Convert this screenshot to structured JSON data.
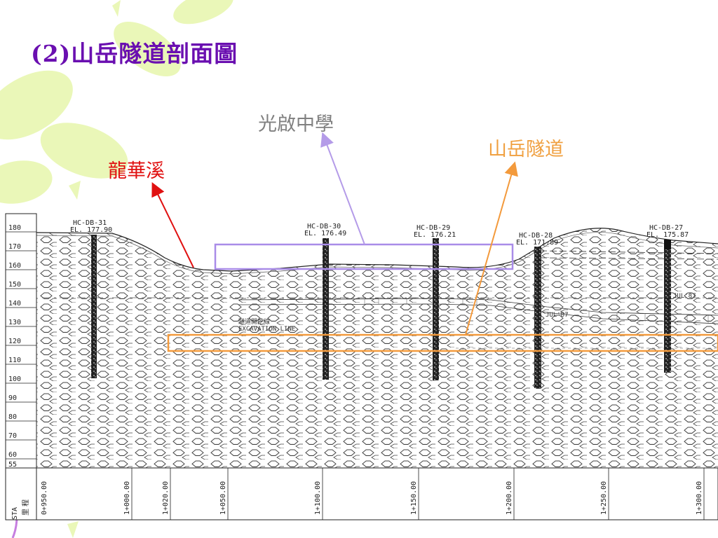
{
  "slide": {
    "title": "(2)山岳隧道剖面圖"
  },
  "callouts": {
    "school": {
      "label": "光啟中學",
      "color": "#808080"
    },
    "tunnel": {
      "label": "山岳隧道",
      "color": "#f0a040"
    },
    "creek": {
      "label": "龍華溪",
      "color": "#e01010"
    }
  },
  "highlight_colors": {
    "school_box": "#a98ce8",
    "tunnel_box": "#f39a3c",
    "creek_arrow": "#e01010"
  },
  "profile": {
    "elevation_labels": [
      "180",
      "170",
      "160",
      "150",
      "140",
      "130",
      "120",
      "110",
      "100",
      "90",
      "80",
      "70",
      "60",
      "55"
    ],
    "station_header": "STA",
    "station_header_cn": "里 程",
    "stations": [
      "0+950.00",
      "1+000.00",
      "1+020.00",
      "1+050.00",
      "1+100.00",
      "1+150.00",
      "1+200.00",
      "1+250.00",
      "1+300.00"
    ],
    "boreholes": [
      {
        "id": "HC-DB-31",
        "el": "EL. 177.90"
      },
      {
        "id": "HC-DB-30",
        "el": "EL. 176.49"
      },
      {
        "id": "HC-DB-29",
        "el": "EL. 176.21"
      },
      {
        "id": "HC-DB-28",
        "el": "EL. 171.89"
      },
      {
        "id": "HC-DB-27",
        "el": "EL. 175.87"
      }
    ],
    "excavation_cn": "隧道開挖線",
    "excavation_en": "EXCAVATION LINE",
    "annotation_1": "JUL'87",
    "annotation_2": "JUL'87"
  }
}
